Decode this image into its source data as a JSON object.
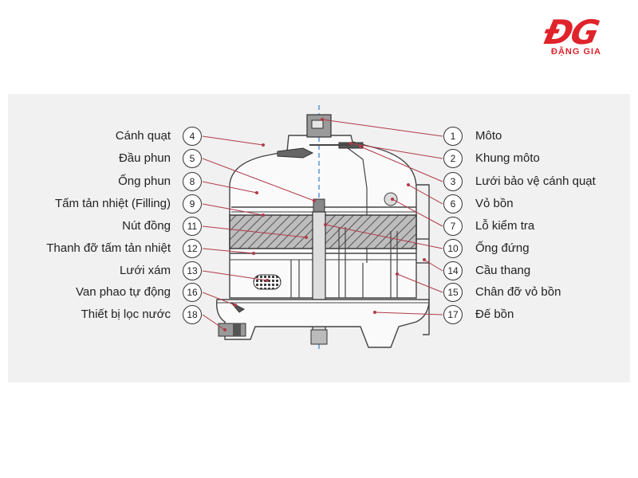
{
  "brand": {
    "mark": "ĐG",
    "name": "ĐẶNG GIA",
    "color": "#e0232b"
  },
  "left_labels": [
    {
      "num": "4",
      "text": "Cánh quạt"
    },
    {
      "num": "5",
      "text": "Đầu phun"
    },
    {
      "num": "8",
      "text": "Ống phun"
    },
    {
      "num": "9",
      "text": "Tấm tản nhiệt (Filling)"
    },
    {
      "num": "11",
      "text": "Nút đồng"
    },
    {
      "num": "12",
      "text": "Thanh đỡ tấm tản nhiệt"
    },
    {
      "num": "13",
      "text": "Lưới xám"
    },
    {
      "num": "16",
      "text": "Van phao tự động"
    },
    {
      "num": "18",
      "text": "Thiết bị lọc nước"
    }
  ],
  "right_labels": [
    {
      "num": "1",
      "text": "Môto"
    },
    {
      "num": "2",
      "text": "Khung môto"
    },
    {
      "num": "3",
      "text": "Lưới bảo vệ cánh quạt"
    },
    {
      "num": "6",
      "text": "Vỏ bồn"
    },
    {
      "num": "7",
      "text": "Lỗ kiểm tra"
    },
    {
      "num": "10",
      "text": "Ống đứng"
    },
    {
      "num": "14",
      "text": "Cầu thang"
    },
    {
      "num": "15",
      "text": "Chân đỡ vỏ bồn"
    },
    {
      "num": "17",
      "text": "Đế bồn"
    }
  ],
  "colors": {
    "leader": "#b03a48",
    "outline": "#444444",
    "panel": "#f1f1f1"
  }
}
